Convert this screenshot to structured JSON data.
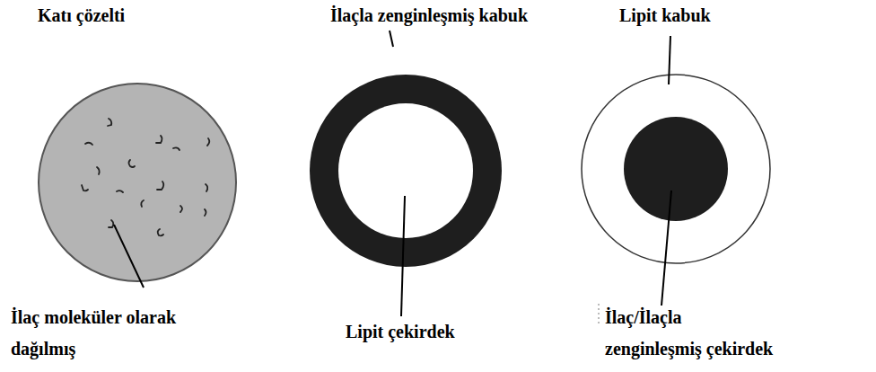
{
  "diagram": {
    "labels": [
      "Katı çözelti",
      "İlaçla zenginleşmiş kabuk",
      "Lipit kabuk",
      "İlaç moleküler olarak dağılmış",
      "Lipit çekirdek",
      "İlaç/İlaçla zenginleşmiş çekirdek"
    ]
  }
}
